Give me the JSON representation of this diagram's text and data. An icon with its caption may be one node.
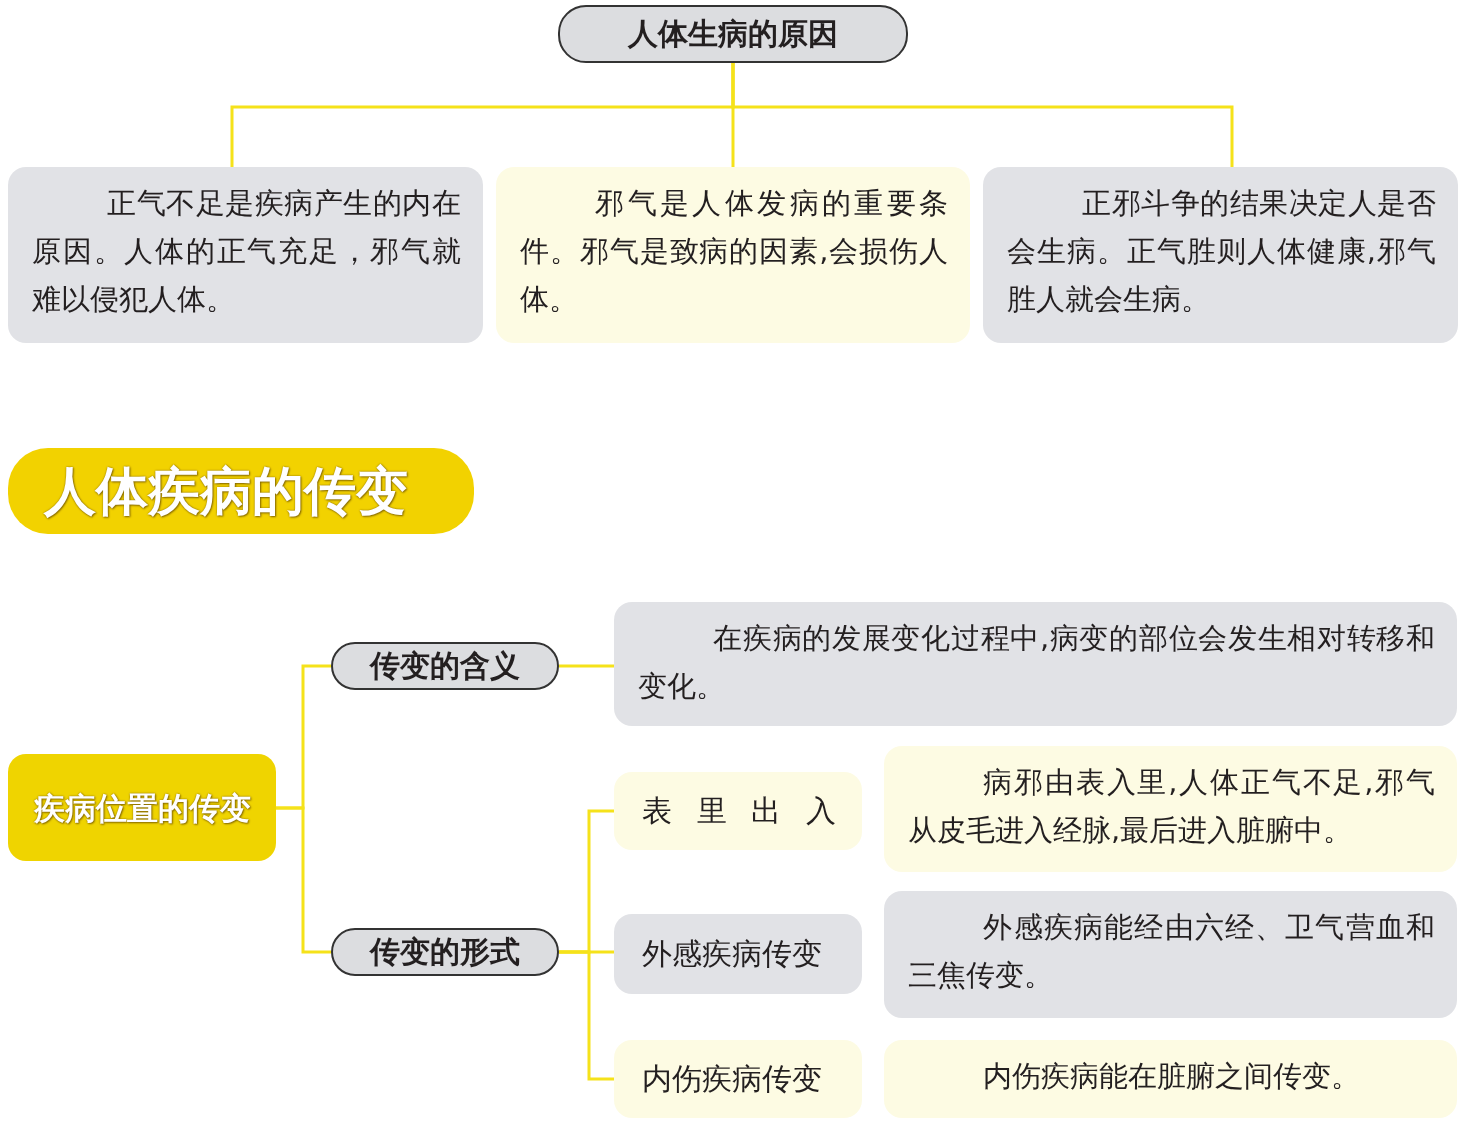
{
  "diagram": {
    "nodes": [
      {
        "text": [
          "人体生病的原因"
        ]
      },
      {
        "text": [
          "正气不足是疾病产生的内在原因。人体的正气充足，邪气就难以侵犯人体。"
        ]
      },
      {
        "text": [
          "邪气是人体发病的重要条件。邪气是致病的因素,会损伤人体。"
        ]
      },
      {
        "text": [
          "正邪斗争的结果决定人是否会生病。正气胜则人体健康,邪气胜人就会生病。"
        ]
      },
      {
        "text": [
          "人体疾病的传变"
        ]
      },
      {
        "text": [
          "疾病位置的传变"
        ]
      },
      {
        "text": [
          "传变的含义"
        ]
      },
      {
        "text": [
          "在疾病的发展变化过程中,病变的部位会发生相对转移和变化。"
        ]
      },
      {
        "text": [
          "传变的形式"
        ]
      },
      {
        "text": [
          "表 里 出 入"
        ]
      },
      {
        "text": [
          "病邪由表入里,人体正气不足,邪气从皮毛进入经脉,最后进入脏腑中。"
        ]
      },
      {
        "text": [
          "外感疾病传变"
        ]
      },
      {
        "text": [
          "外感疾病能经由六经、卫气营血和三焦传变。"
        ]
      },
      {
        "text": [
          "内伤疾病传变"
        ]
      },
      {
        "text": [
          "内伤疾病能在脏腑之间传变。"
        ]
      }
    ],
    "edges": [
      {
        "from": 0,
        "to": 1,
        "arrow": "none"
      },
      {
        "from": 0,
        "to": 2,
        "arrow": "none"
      },
      {
        "from": 0,
        "to": 3,
        "arrow": "none"
      },
      {
        "from": 5,
        "to": 6,
        "arrow": "none"
      },
      {
        "from": 5,
        "to": 8,
        "arrow": "none"
      },
      {
        "from": 6,
        "to": 7,
        "arrow": "none"
      },
      {
        "from": 8,
        "to": 9,
        "arrow": "none"
      },
      {
        "from": 8,
        "to": 11,
        "arrow": "none"
      },
      {
        "from": 8,
        "to": 13,
        "arrow": "none"
      }
    ]
  }
}
